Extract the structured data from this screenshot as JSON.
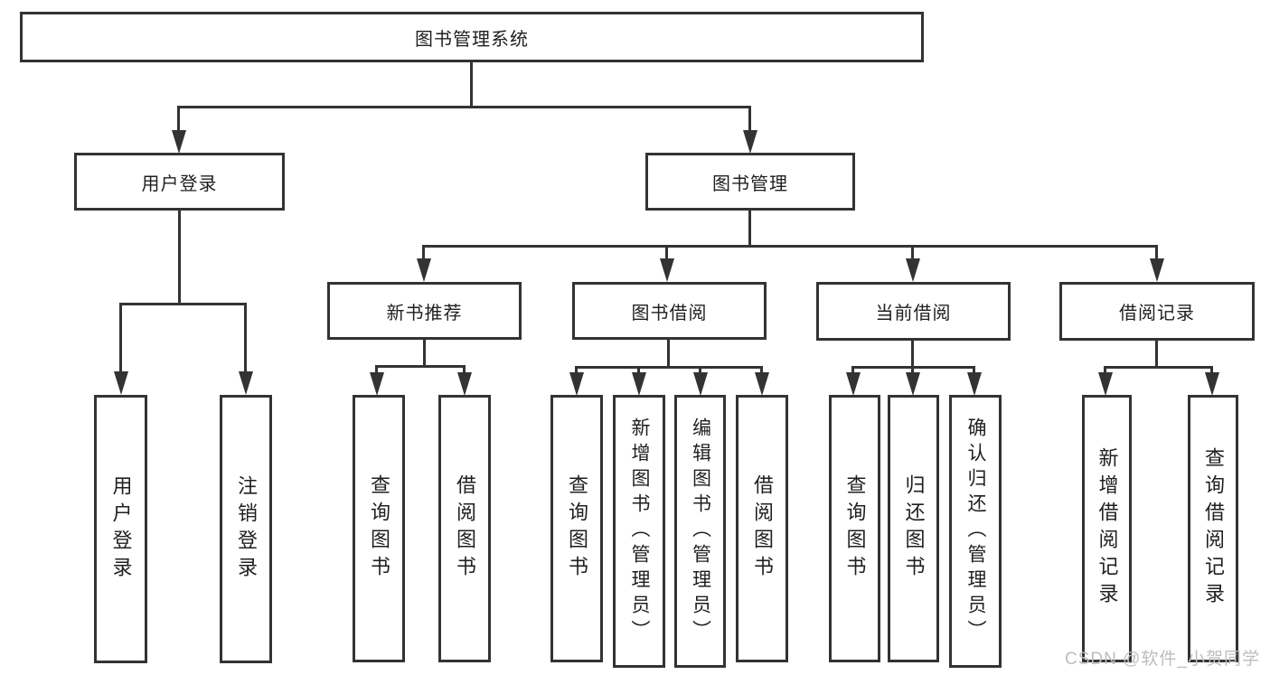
{
  "tree": {
    "root": "图书管理系统",
    "branches": [
      {
        "label": "用户登录",
        "children": [
          "用户登录",
          "注销登录"
        ]
      },
      {
        "label": "图书管理",
        "groups": [
          {
            "label": "新书推荐",
            "children": [
              "查询图书",
              "借阅图书"
            ]
          },
          {
            "label": "图书借阅",
            "children": [
              "查询图书",
              "新增图书（管理员）",
              "编辑图书（管理员）",
              "借阅图书"
            ]
          },
          {
            "label": "当前借阅",
            "children": [
              "查询图书",
              "归还图书",
              "确认归还（管理员）"
            ]
          },
          {
            "label": "借阅记录",
            "children": [
              "新增借阅记录",
              "查询借阅记录"
            ]
          }
        ]
      }
    ]
  },
  "watermark": "CSDN @软件_小贺同学",
  "colors": {
    "line": "#333333",
    "box_border": "#333333",
    "box_fill": "#ffffff",
    "text": "#1f1f1f",
    "watermark": "#bdbdbd"
  }
}
